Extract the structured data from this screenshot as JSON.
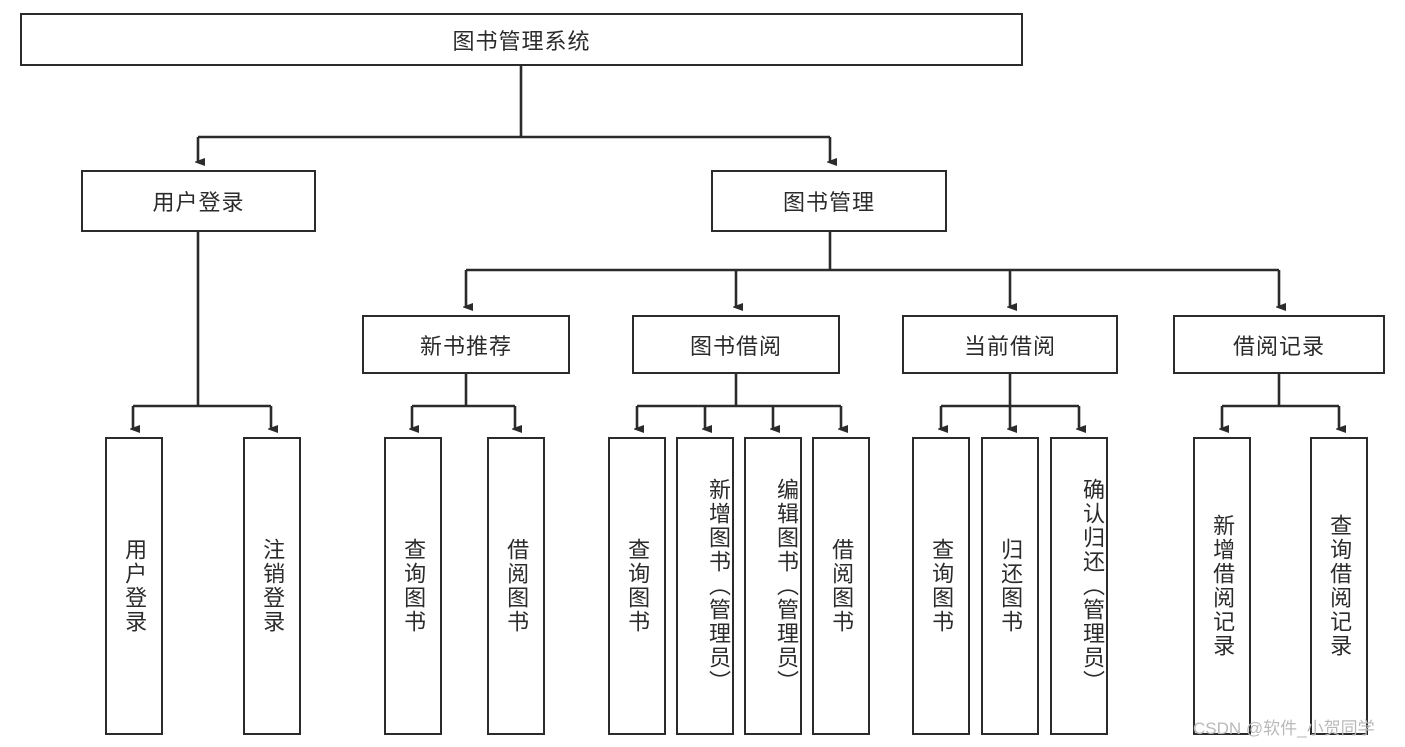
{
  "diagram": {
    "type": "tree",
    "title": "图书管理系统",
    "watermark": "CSDN @软件_小贺同学",
    "colors": {
      "stroke": "#2b2b2b",
      "fill": "#ffffff",
      "background": "#ffffff",
      "watermark": "#b9b9b9"
    }
  },
  "root": {
    "label": "图书管理系统"
  },
  "level2": [
    {
      "label": "用户登录"
    },
    {
      "label": "图书管理"
    }
  ],
  "level3": [
    {
      "label": "新书推荐"
    },
    {
      "label": "图书借阅"
    },
    {
      "label": "当前借阅"
    },
    {
      "label": "借阅记录"
    }
  ],
  "leaves": {
    "user_login": [
      {
        "label": "用户登录"
      },
      {
        "label": "注销登录"
      }
    ],
    "new_book": [
      {
        "label": "查询图书"
      },
      {
        "label": "借阅图书"
      }
    ],
    "book_borrow": [
      {
        "label": "查询图书"
      },
      {
        "label": "新增图书（管理员）"
      },
      {
        "label": "编辑图书（管理员）"
      },
      {
        "label": "借阅图书"
      }
    ],
    "current_borrow": [
      {
        "label": "查询图书"
      },
      {
        "label": "归还图书"
      },
      {
        "label": "确认归还（管理员）"
      }
    ],
    "borrow_record": [
      {
        "label": "新增借阅记录"
      },
      {
        "label": "查询借阅记录"
      }
    ]
  }
}
